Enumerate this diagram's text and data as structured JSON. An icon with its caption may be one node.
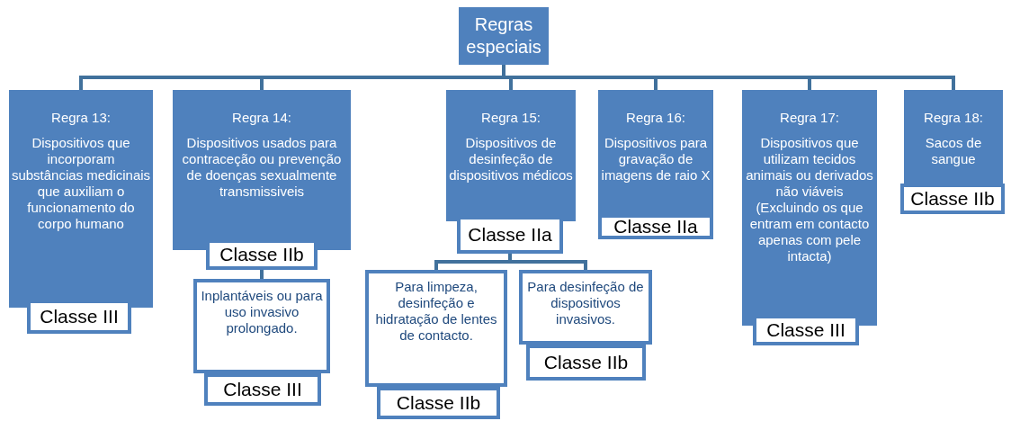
{
  "diagram": {
    "nodes": [
      {
        "text": [
          "Regras especiais"
        ]
      },
      {
        "text": [
          "Regra 13:",
          "Dispositivos que incorporam substâncias medicinais que auxiliam o funcionamento do corpo humano"
        ]
      },
      {
        "text": [
          "Classe III"
        ]
      },
      {
        "text": [
          "Regra 14:",
          "Dispositivos usados para contraceção ou prevenção de doenças sexualmente transmissiveis"
        ]
      },
      {
        "text": [
          "Classe IIb"
        ]
      },
      {
        "text": [
          "Inplantáveis ou para uso invasivo prolongado."
        ]
      },
      {
        "text": [
          "Classe III"
        ]
      },
      {
        "text": [
          "Regra 15:",
          "Dispositivos de desinfeção de dispositivos médicos"
        ]
      },
      {
        "text": [
          "Classe IIa"
        ]
      },
      {
        "text": [
          "Para limpeza, desinfeção e hidratação de lentes de contacto."
        ]
      },
      {
        "text": [
          "Classe IIb"
        ]
      },
      {
        "text": [
          "Para desinfeção de dispositivos invasivos."
        ]
      },
      {
        "text": [
          "Classe IIb"
        ]
      },
      {
        "text": [
          "Regra 16:",
          "Dispositivos para gravação de imagens de raio X"
        ]
      },
      {
        "text": [
          "Classe IIa"
        ]
      },
      {
        "text": [
          "Regra 17:",
          "Dispositivos que utilizam tecidos animais ou derivados não viáveis (Excluindo os que entram em contacto apenas com pele intacta)"
        ]
      },
      {
        "text": [
          "Classe III"
        ]
      },
      {
        "text": [
          "Regra 18:",
          "Sacos de sangue"
        ]
      },
      {
        "text": [
          "Classe IIb"
        ]
      }
    ],
    "edges": [
      {
        "from": 0,
        "to": 1,
        "arrow": "none"
      },
      {
        "from": 0,
        "to": 3,
        "arrow": "none"
      },
      {
        "from": 0,
        "to": 7,
        "arrow": "none"
      },
      {
        "from": 0,
        "to": 13,
        "arrow": "none"
      },
      {
        "from": 0,
        "to": 15,
        "arrow": "none"
      },
      {
        "from": 0,
        "to": 17,
        "arrow": "none"
      },
      {
        "from": 4,
        "to": 5,
        "arrow": "none"
      },
      {
        "from": 8,
        "to": 9,
        "arrow": "none"
      },
      {
        "from": 8,
        "to": 11,
        "arrow": "none"
      }
    ]
  }
}
